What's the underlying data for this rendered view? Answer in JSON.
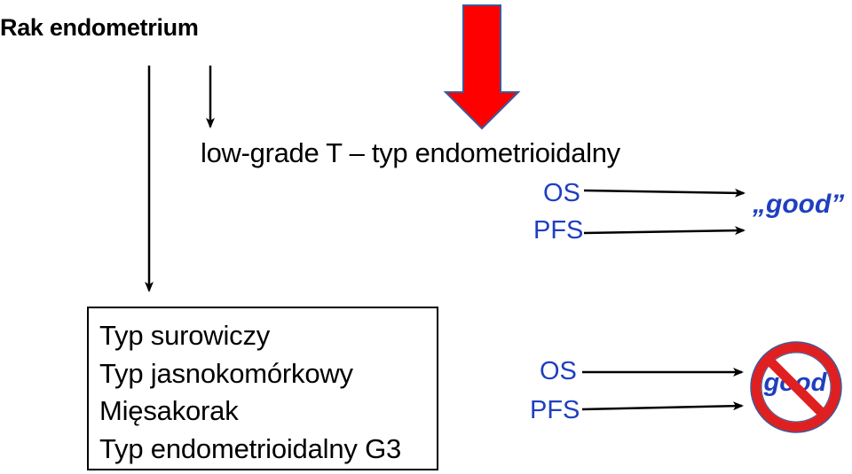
{
  "title": "Rak endometrium",
  "low_grade": {
    "heading": "low-grade T – typ endometrioidalny",
    "os": "OS",
    "pfs": "PFS",
    "outcome": "„good”"
  },
  "high_risk": {
    "types": [
      "Typ surowiczy",
      "Typ jasnokomórkowy",
      "Mięsakorak",
      "Typ endometrioidalny G3"
    ],
    "os": "OS",
    "pfs": "PFS",
    "outcome": "„good”"
  },
  "colors": {
    "label_blue": "#1f3fbf",
    "red_arrow": "#ff0000",
    "no_sign_red": "#e02020",
    "arrow_black": "#000000"
  },
  "icons": {
    "big_arrow": "red-down-arrow-icon",
    "prohibition": "no-sign-icon"
  }
}
